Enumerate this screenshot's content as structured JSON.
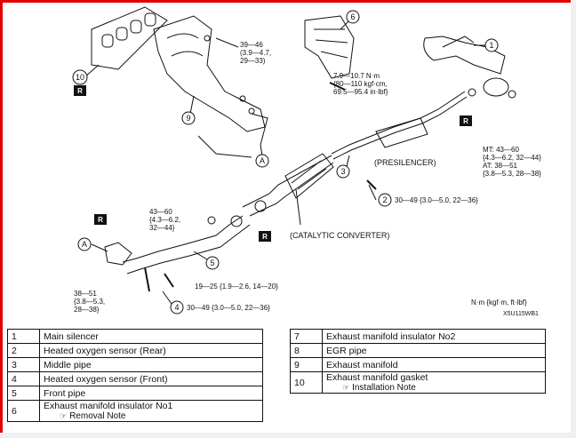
{
  "diagram": {
    "callouts": {
      "c1": "1",
      "c2": "2",
      "c3": "3",
      "c4": "4",
      "c5": "5",
      "c6": "6",
      "c9": "9",
      "c10": "10",
      "r_mark": "R",
      "a_mark": "A"
    },
    "torque": {
      "t_manifold": "39—46\n(3.9—4.7,\n29—33)",
      "t_egr": "7.9—10.7 N·m\n{80—110 kgf·cm,\n69.5—95.4 in·lbf}",
      "t_muffler": "MT: 43—60\n{4.3—6.2, 32—44}\nAT: 38—51\n{3.8—5.3, 28—38}",
      "t_sensor_rear": "30—49 {3.0—5.0, 22—36}",
      "t_front_nut": "43—60\n{4.3—6.2,\n32—44}",
      "t_front_bolt": "38—51\n{3.8—5.3,\n28—38}",
      "t_bracket": "19—25 {1.9—2.6, 14—20}",
      "t_sensor_front": "30—49 {3.0—5.0, 22—36}"
    },
    "labels": {
      "presilencer": "(PRESILENCER)",
      "catalytic": "(CATALYTIC CONVERTER)",
      "units": "N·m {kgf·m, ft·lbf}",
      "figure_code": "X5U115WB1"
    }
  },
  "parts_left": [
    {
      "no": "1",
      "name": "Main silencer"
    },
    {
      "no": "2",
      "name": "Heated oxygen sensor (Rear)"
    },
    {
      "no": "3",
      "name": "Middle pipe"
    },
    {
      "no": "4",
      "name": "Heated oxygen sensor (Front)"
    },
    {
      "no": "5",
      "name": "Front pipe"
    },
    {
      "no": "6",
      "name": "Exhaust manifold insulator No1",
      "note": "Removal Note"
    }
  ],
  "parts_right": [
    {
      "no": "7",
      "name": "Exhaust manifold insulator No2"
    },
    {
      "no": "8",
      "name": "EGR pipe"
    },
    {
      "no": "9",
      "name": "Exhaust manifold"
    },
    {
      "no": "10",
      "name": "Exhaust manifold gasket",
      "note": "Installation Note"
    }
  ],
  "note_icon": "☞"
}
